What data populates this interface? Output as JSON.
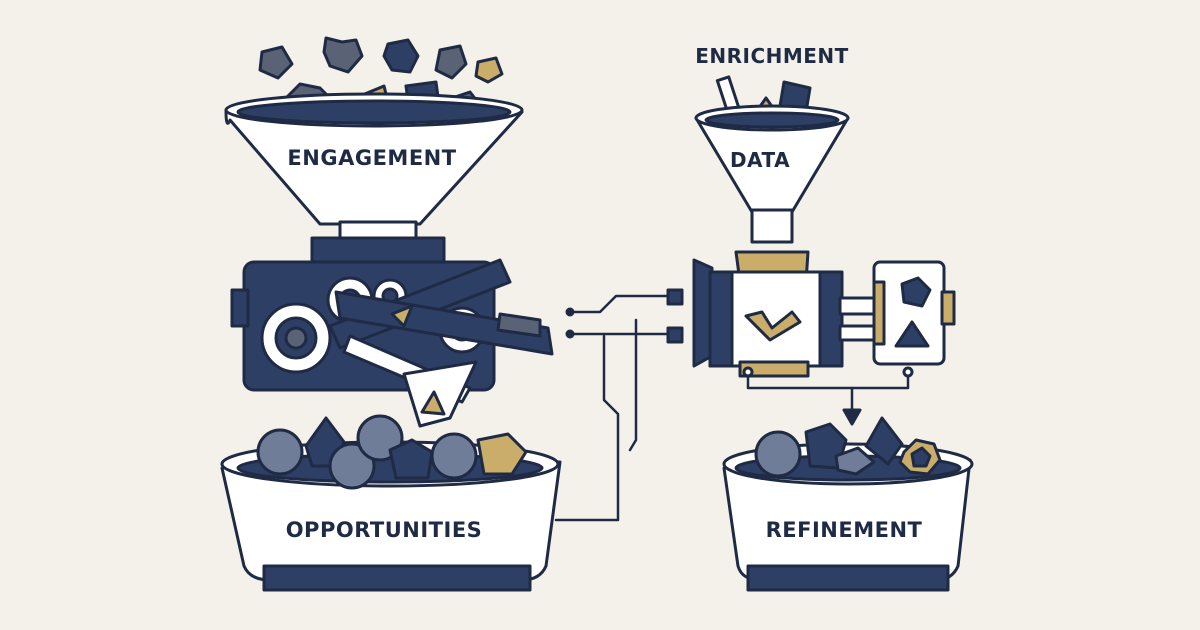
{
  "labels": {
    "engagement": "ENGAGEMENT",
    "enrichment": "ENRICHMENT",
    "data": "DATA",
    "opportunities": "OPPORTUNITIES",
    "refinement": "REFINEMENT"
  },
  "colors": {
    "background": "#f3f1ea",
    "navy": "#2e3f66",
    "outline": "#1f2a44",
    "gold": "#c9ad68",
    "slate": "#6f7d99",
    "grey_rock": "#5a6276",
    "white": "#ffffff"
  }
}
